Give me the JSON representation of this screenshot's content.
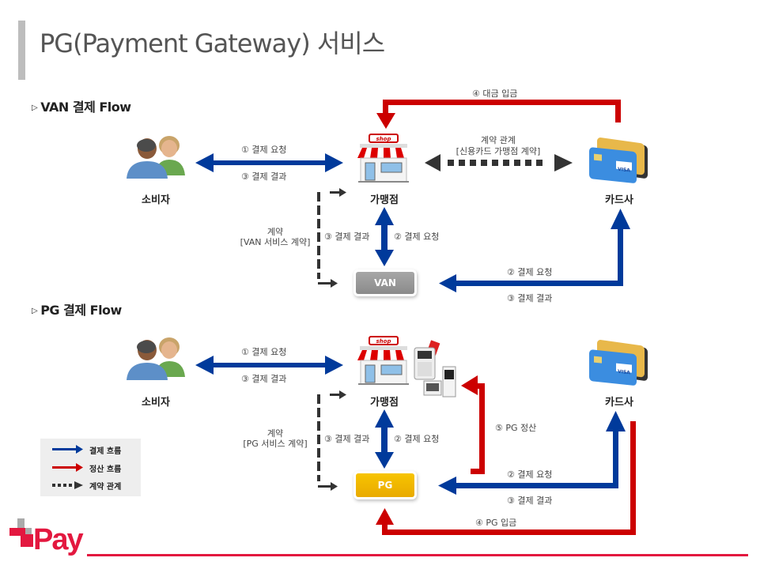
{
  "page": {
    "title": "PG(Payment Gateway) 서비스",
    "logo_text": "Pay"
  },
  "colors": {
    "payment_flow": "#003a9b",
    "settlement_flow": "#cc0000",
    "contract_relation": "#333333",
    "van_box": "#9a9a9a",
    "pg_box": "#f2b800",
    "footer_line": "#e3183f",
    "title_bar": "#bdbdbd"
  },
  "van_flow": {
    "heading": "VAN 결제 Flow",
    "nodes": {
      "consumer": "소비자",
      "merchant": "가맹점",
      "card_company": "카드사",
      "van": "VAN"
    },
    "labels": {
      "consumer_request": "① 결제 요청",
      "consumer_result": "③ 결제 결과",
      "deposit": "④ 대금 입금",
      "contract_title": "계약 관계",
      "contract_detail": "[신용카드 가맹점 계약]",
      "service_contract_title": "계약",
      "service_contract_detail": "[VAN 서비스 계약]",
      "merchant_result": "③ 결제 결과",
      "merchant_request": "② 결제 요청",
      "card_request": "② 결제 요청",
      "card_result": "③ 결제 결과"
    }
  },
  "pg_flow": {
    "heading": "PG 결제 Flow",
    "nodes": {
      "consumer": "소비자",
      "merchant": "가맹점",
      "card_company": "카드사",
      "pg": "PG"
    },
    "labels": {
      "consumer_request": "① 결제 요청",
      "consumer_result": "③ 결제 결과",
      "service_contract_title": "계약",
      "service_contract_detail": "[PG 서비스 계약]",
      "merchant_result": "③ 결제 결과",
      "merchant_request": "② 결제 요청",
      "settlement": "⑤ PG 정산",
      "card_request": "② 결제 요청",
      "card_result": "③ 결제 결과",
      "pg_deposit": "④ PG 입금"
    }
  },
  "legend": {
    "items": [
      {
        "label": "결제 흐름",
        "type": "payment"
      },
      {
        "label": "정산 흐름",
        "type": "settlement"
      },
      {
        "label": "계약 관계",
        "type": "contract"
      }
    ]
  }
}
